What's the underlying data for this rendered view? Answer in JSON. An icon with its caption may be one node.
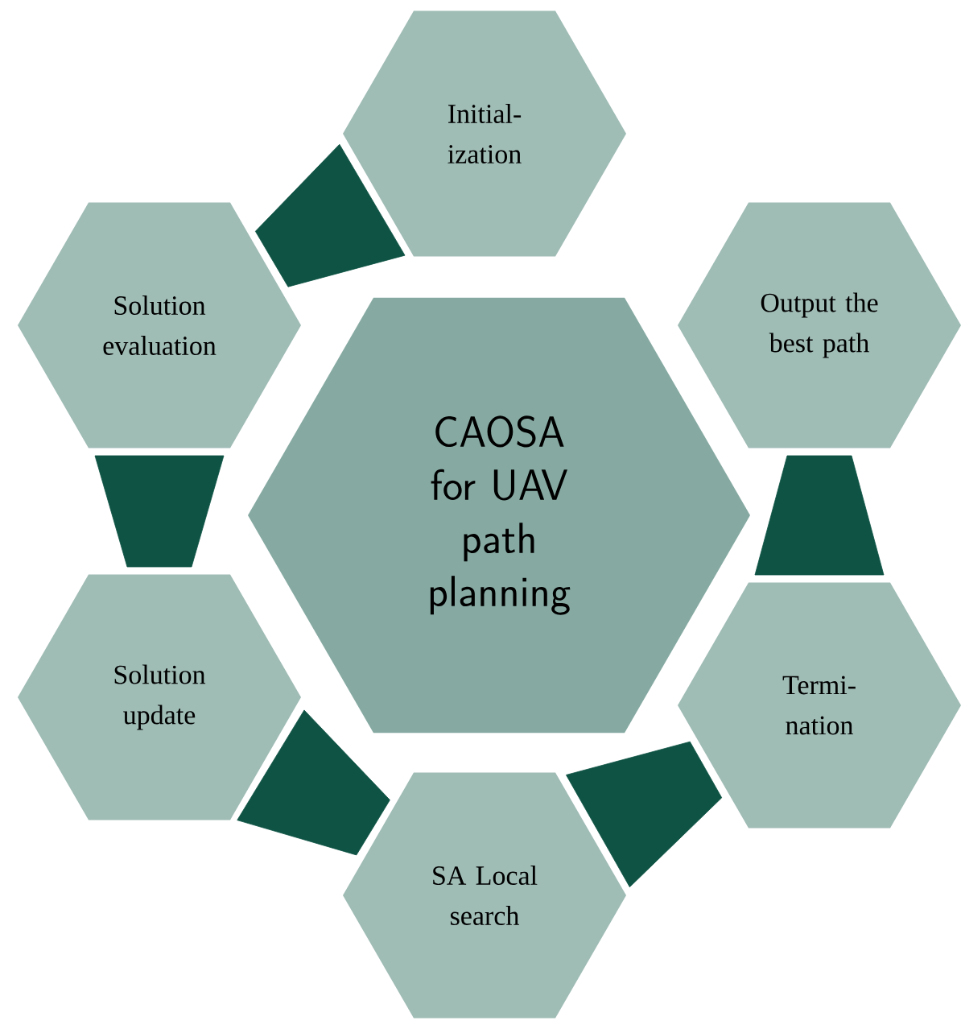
{
  "diagram": {
    "nodes": [
      {
        "text": [
          "CAOSA for UAV path planning"
        ]
      },
      {
        "text": [
          "Initial- ization"
        ]
      },
      {
        "text": [
          "Output the best path"
        ]
      },
      {
        "text": [
          "Termi- nation"
        ]
      },
      {
        "text": [
          "SA Local search"
        ]
      },
      {
        "text": [
          "Solution update"
        ]
      },
      {
        "text": [
          "Solution evaluation"
        ]
      }
    ],
    "edges": [
      {
        "from": 1,
        "to": 6,
        "arrow": "none"
      },
      {
        "from": 6,
        "to": 5,
        "arrow": "none"
      },
      {
        "from": 5,
        "to": 4,
        "arrow": "none"
      },
      {
        "from": 4,
        "to": 3,
        "arrow": "none"
      },
      {
        "from": 3,
        "to": 2,
        "arrow": "none"
      }
    ]
  }
}
